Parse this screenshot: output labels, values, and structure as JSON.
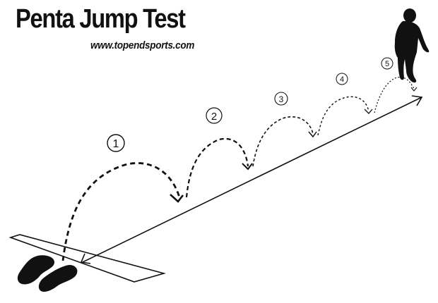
{
  "header": {
    "title": "Penta Jump Test",
    "url": "www.topendsports.com"
  },
  "diagram": {
    "description": "Penta jump test: five consecutive jumps from a take-off line, distance measured by arrow",
    "jumps": [
      {
        "label": "1"
      },
      {
        "label": "2"
      },
      {
        "label": "3"
      },
      {
        "label": "4"
      },
      {
        "label": "5"
      }
    ],
    "colors": {
      "ink": "#111111",
      "background": "#ffffff"
    }
  }
}
